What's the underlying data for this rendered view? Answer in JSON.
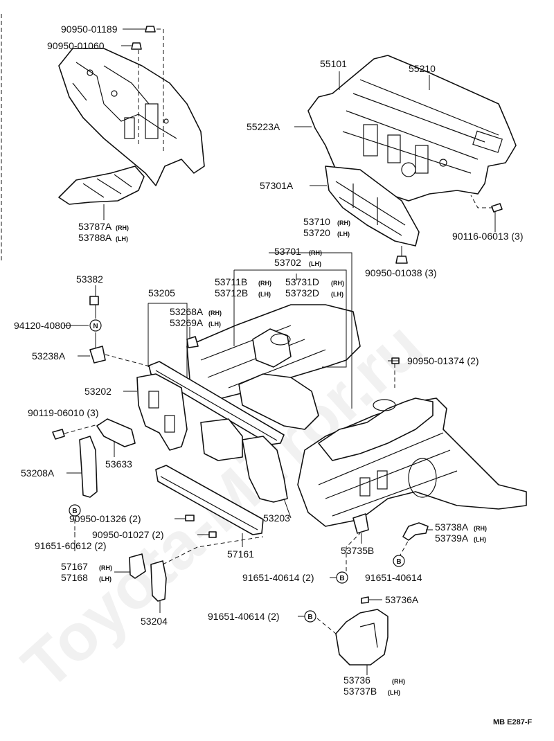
{
  "watermark": "Toyota-Mirror.ru",
  "caption": "MB E287-F",
  "labels": {
    "p90950_01189": "90950-01189",
    "p90950_01060": "90950-01060",
    "p53787a": "53787A",
    "p53788a": "53788A",
    "p55101": "55101",
    "p55210": "55210",
    "p55223a": "55223A",
    "p57301a": "57301A",
    "p90116_06013": "90116-06013 (3)",
    "p53710": "53710",
    "p53720": "53720",
    "p90950_01038": "90950-01038 (3)",
    "p53701": "53701",
    "p53702": "53702",
    "p53711b": "53711B",
    "p53712b": "53712B",
    "p53731d": "53731D",
    "p53732d": "53732D",
    "p53382": "53382",
    "p94120_40800": "94120-40800",
    "p53205": "53205",
    "p53268a": "53268A",
    "p53269a": "53269A",
    "p53238a": "53238A",
    "p53202": "53202",
    "p90950_01374": "90950-01374 (2)",
    "p90119_06010": "90119-06010 (3)",
    "p53633": "53633",
    "p53208a": "53208A",
    "p90950_01326": "90950-01326 (2)",
    "p90950_01027": "90950-01027 (2)",
    "p91651_60612": "91651-60612 (2)",
    "p53203": "53203",
    "p53738a": "53738A",
    "p53739a": "53739A",
    "p57167": "57167",
    "p57168": "57168",
    "p57161": "57161",
    "p53735b": "53735B",
    "p91651_40614_2a": "91651-40614 (2)",
    "p91651_40614": "91651-40614",
    "p53204": "53204",
    "p53736a": "53736A",
    "p91651_40614_2b": "91651-40614 (2)",
    "p53736": "53736",
    "p53737b": "53737B"
  },
  "suffixes": {
    "rh": "(RH)",
    "lh": "(LH)"
  },
  "markers": {
    "b": "B",
    "n": "N"
  }
}
